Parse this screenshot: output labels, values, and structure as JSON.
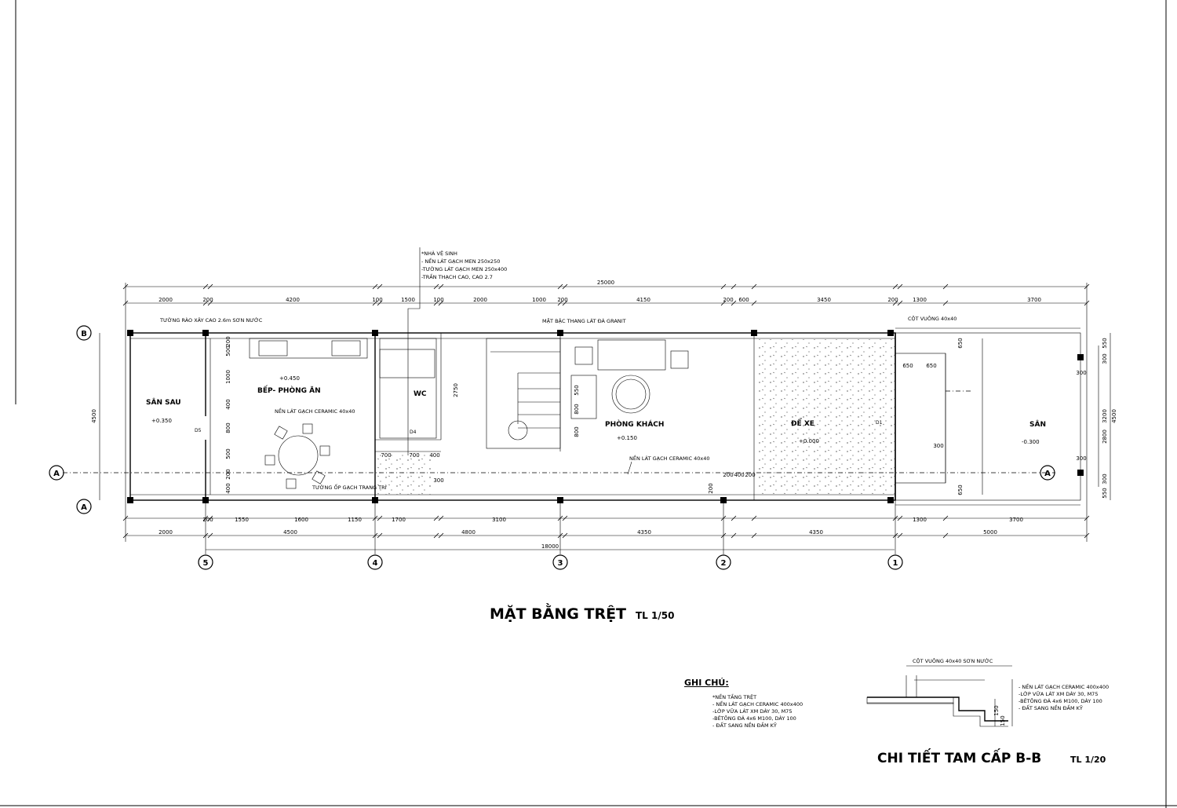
{
  "drawing": {
    "main_title": "MẶT BẰNG TRỆT",
    "main_scale": "TL 1/50",
    "detail_title": "CHI TIẾT TAM CẤP B-B",
    "detail_scale": "TL 1/20",
    "notes_title": "GHI CHÚ:"
  },
  "rooms": {
    "san_sau": "SÂN SAU",
    "san_sau_level": "+0.350",
    "bep": "BẾP- PHÒNG ĂN",
    "bep_level": "+0.450",
    "bep_floor": "NỀN LÁT GẠCH CERAMIC 40x40",
    "wc": "WC",
    "phong_khach": "PHÒNG KHÁCH",
    "phong_khach_level": "+0.150",
    "phong_khach_floor": "NỀN LÁT GẠCH CERAMIC 40x40",
    "de_xe": "ĐỂ XE",
    "de_xe_level": "+0.000",
    "san": "SÂN",
    "san_level": "-0.300"
  },
  "annotations": {
    "wall_rear": "TƯỜNG RÀO XÂY CAO 2.6m SƠN NƯỚC",
    "stair": "MẶT BẬC THANG LÁT ĐÁ GRANIT",
    "col_square": "CỘT VUÔNG 40x40",
    "deco_wall": "TƯỜNG ỐP GẠCH TRANG TRÍ",
    "door_d5": "D5",
    "door_d4": "D4",
    "door_d1": "D1",
    "wc_notes": [
      "*NHÀ VỆ SINH",
      "- NỀN LÁT GẠCH MEN 250x250",
      "-TƯỜNG LÁT GẠCH MEN 250x400",
      "-TRẦN THẠCH CAO, CAO 2.7"
    ],
    "ground_notes": [
      "*NỀN TẦNG TRỆT",
      "- NỀN LÁT GẠCH CERAMIC 400x400",
      "-LỚP VỮA LÁT XM DÀY 30, M75",
      "-BÊTÔNG ĐÁ 4x6 M100, DÀY 100",
      "- ĐẤT SANG NỀN ĐẦM KỸ"
    ],
    "detail_col": "CỘT VUÔNG 40x40 SƠN NƯỚC",
    "detail_notes": [
      "- NỀN LÁT GẠCH CERAMIC 400x400",
      "-LỚP VỮA LÁT XM DÀY 30, M75",
      "-BÊTÔNG ĐÁ 4x6 M100, DÀY 100",
      "- ĐẤT SANG NỀN ĐẦM KỸ"
    ]
  },
  "grid": {
    "axes_x": [
      "5",
      "4",
      "3",
      "2",
      "1"
    ],
    "axes_y": [
      "B",
      "A"
    ],
    "section": "A"
  },
  "dimensions": {
    "overall": "25000",
    "top": [
      "2000",
      "200",
      "4200",
      "100",
      "1500",
      "100",
      "2000",
      "1000",
      "200",
      "4150",
      "200",
      "600",
      "3450",
      "200",
      "1300",
      "3700"
    ],
    "bottom_inner": [
      "200",
      "1550",
      "1600",
      "1150",
      "1700",
      "3100",
      "1300",
      "3700"
    ],
    "bottom": [
      "2000",
      "4500",
      "4800",
      "4350",
      "4350",
      "5000"
    ],
    "bottom_total": "18000",
    "left": "4500",
    "right": [
      "550",
      "300",
      "3200",
      "300",
      "550"
    ],
    "right_total": [
      "2800",
      "4500"
    ],
    "misc": [
      "200",
      "500",
      "1000",
      "400",
      "800",
      "500",
      "200",
      "400",
      "2750",
      "700",
      "700",
      "400",
      "300",
      "800",
      "550",
      "800",
      "200",
      "400",
      "200",
      "200",
      "650",
      "650",
      "300",
      "300",
      "650",
      "650",
      "300",
      "150",
      "150"
    ]
  }
}
